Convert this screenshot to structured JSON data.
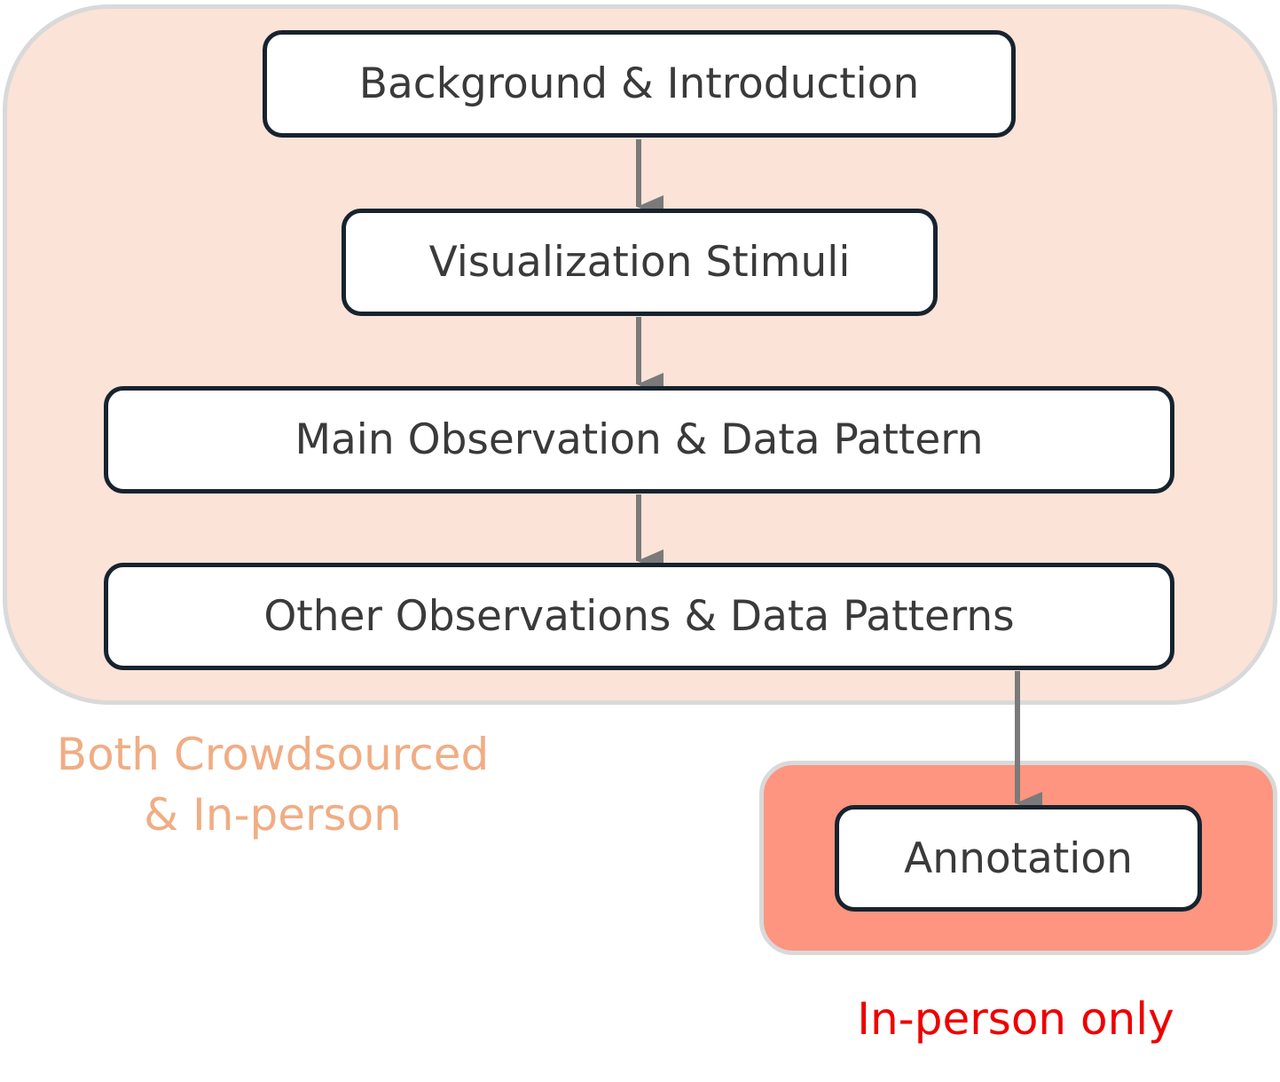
{
  "regions": {
    "both": {
      "label_line1": "Both Crowdsourced",
      "label_line2": "& In-person",
      "fill": "#fbe3d8",
      "label_color": "#f0ad84"
    },
    "inperson": {
      "label": "In-person only",
      "fill": "#fd9580",
      "label_color": "#ee0000"
    }
  },
  "steps": {
    "background": "Background & Introduction",
    "stimuli": "Visualization Stimuli",
    "main": "Main Observation & Data Pattern",
    "other": "Other Observations & Data Patterns",
    "annotation": "Annotation"
  },
  "colors": {
    "box_border": "#17232e",
    "arrow": "#7a7a7a",
    "text": "#3a3a3a"
  }
}
